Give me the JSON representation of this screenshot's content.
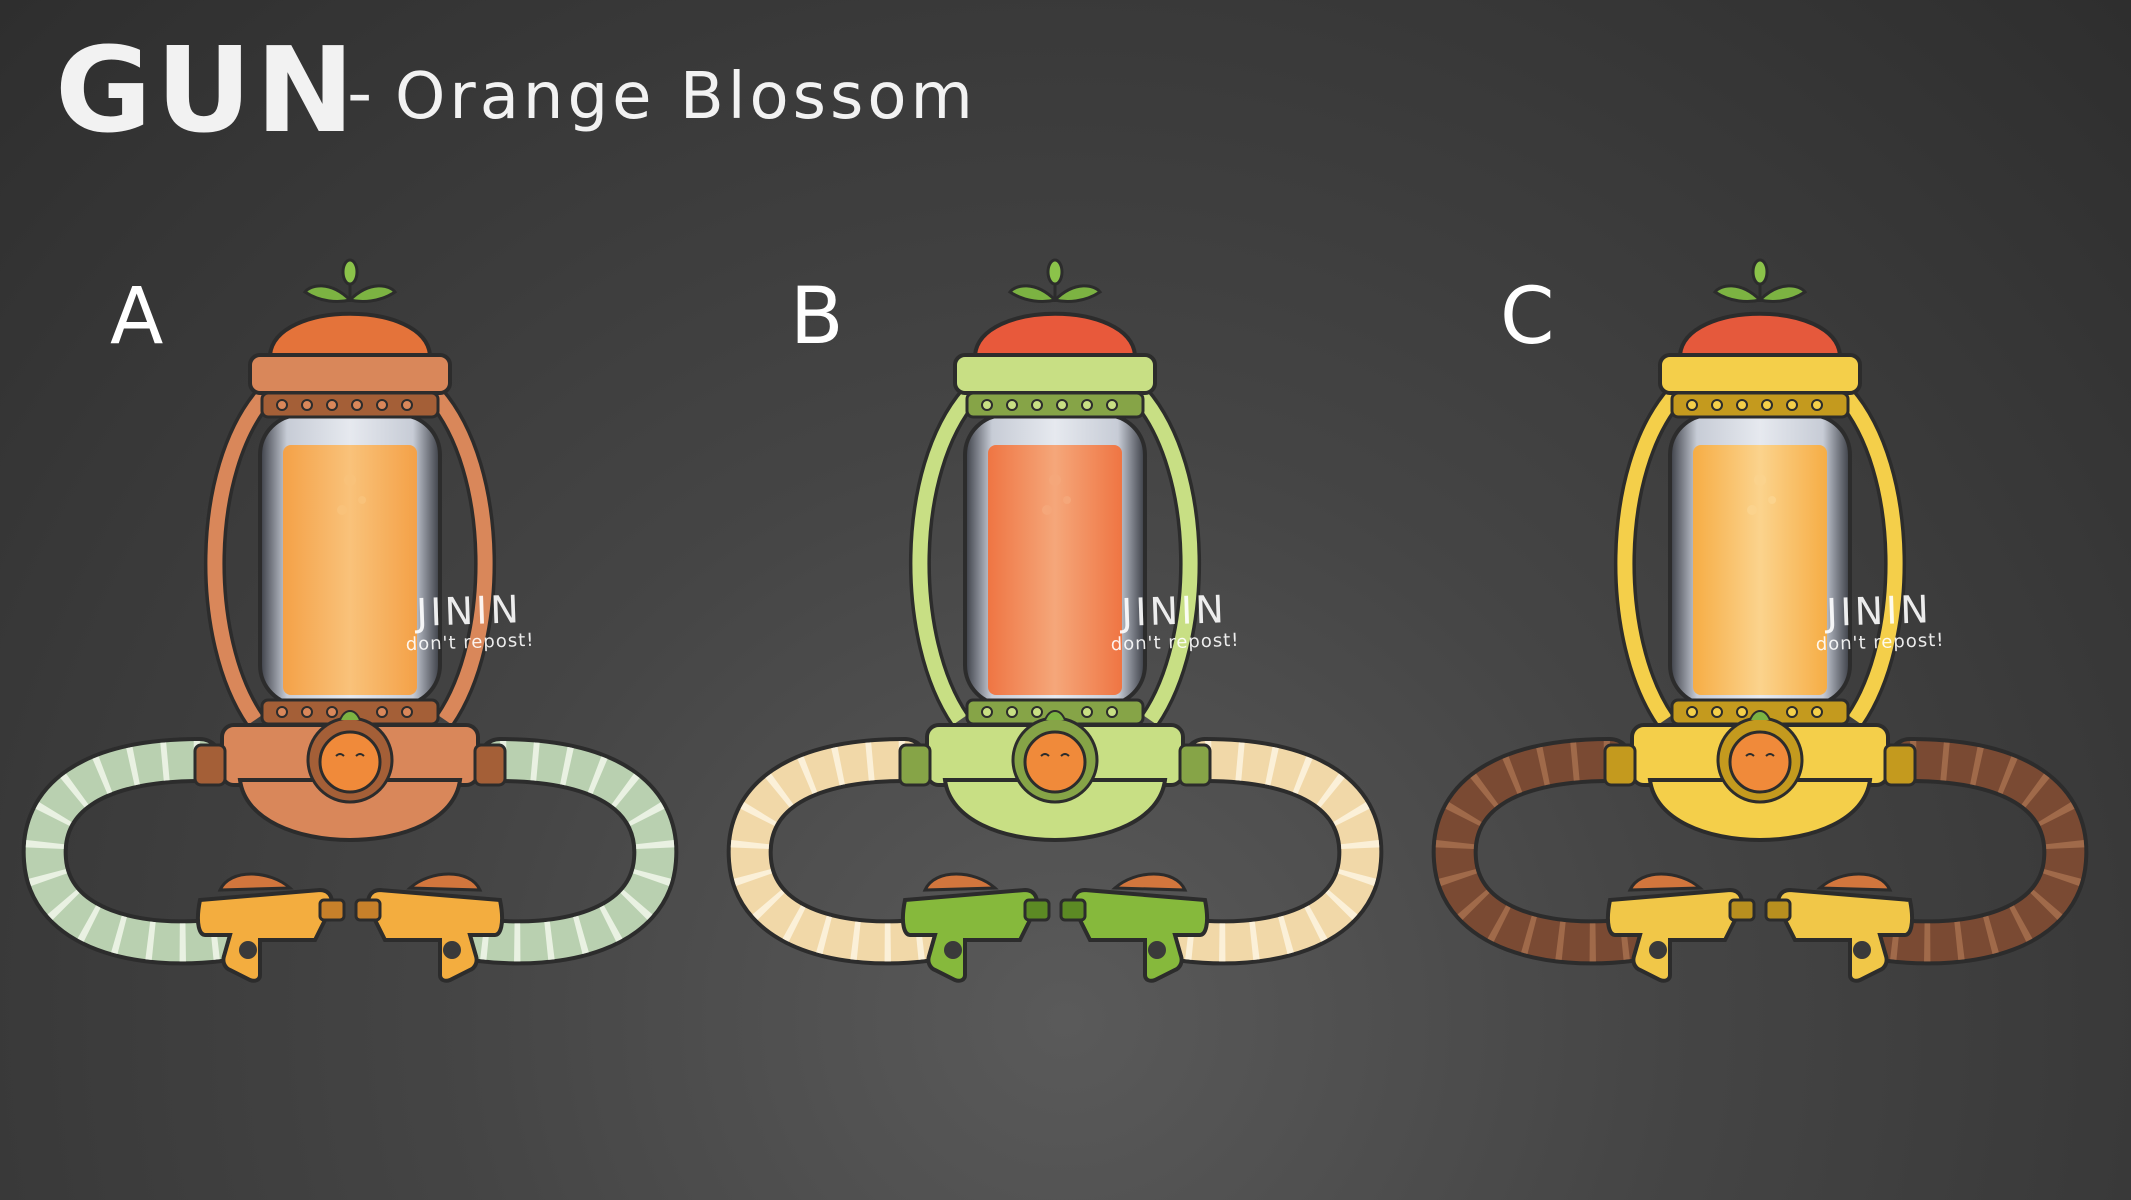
{
  "title": {
    "main": "GUN",
    "dash": "-",
    "subtitle": "Orange Blossom"
  },
  "watermark": {
    "name": "JININ",
    "note": "don't repost!"
  },
  "variants": [
    {
      "letter": "A",
      "frame": "#d9875a",
      "frame_dark": "#a45f37",
      "liquid": "#f4a147",
      "liquid_light": "#f9c27a",
      "hose": "#b9d0b0",
      "hose_stripe": "#e9f1e2",
      "grip": "#f3ad3f",
      "grip_dark": "#c7802a",
      "cap": "#e4733a"
    },
    {
      "letter": "B",
      "frame": "#c8df84",
      "frame_dark": "#86a447",
      "liquid": "#ef7543",
      "liquid_light": "#f5a77a",
      "hose": "#f1d8a8",
      "hose_stripe": "#fbf0d8",
      "grip": "#86b93c",
      "grip_dark": "#5c8a24",
      "cap": "#e8593b"
    },
    {
      "letter": "C",
      "frame": "#f4cf4a",
      "frame_dark": "#c49a1e",
      "liquid": "#f6ad45",
      "liquid_light": "#fbd38d",
      "hose": "#7a4a33",
      "hose_stripe": "#a06a4a",
      "grip": "#f1c748",
      "grip_dark": "#b88f1f",
      "cap": "#e5593c"
    }
  ],
  "icons": {
    "top": "leaf-sprout-icon",
    "badge": "orange-face-icon"
  }
}
